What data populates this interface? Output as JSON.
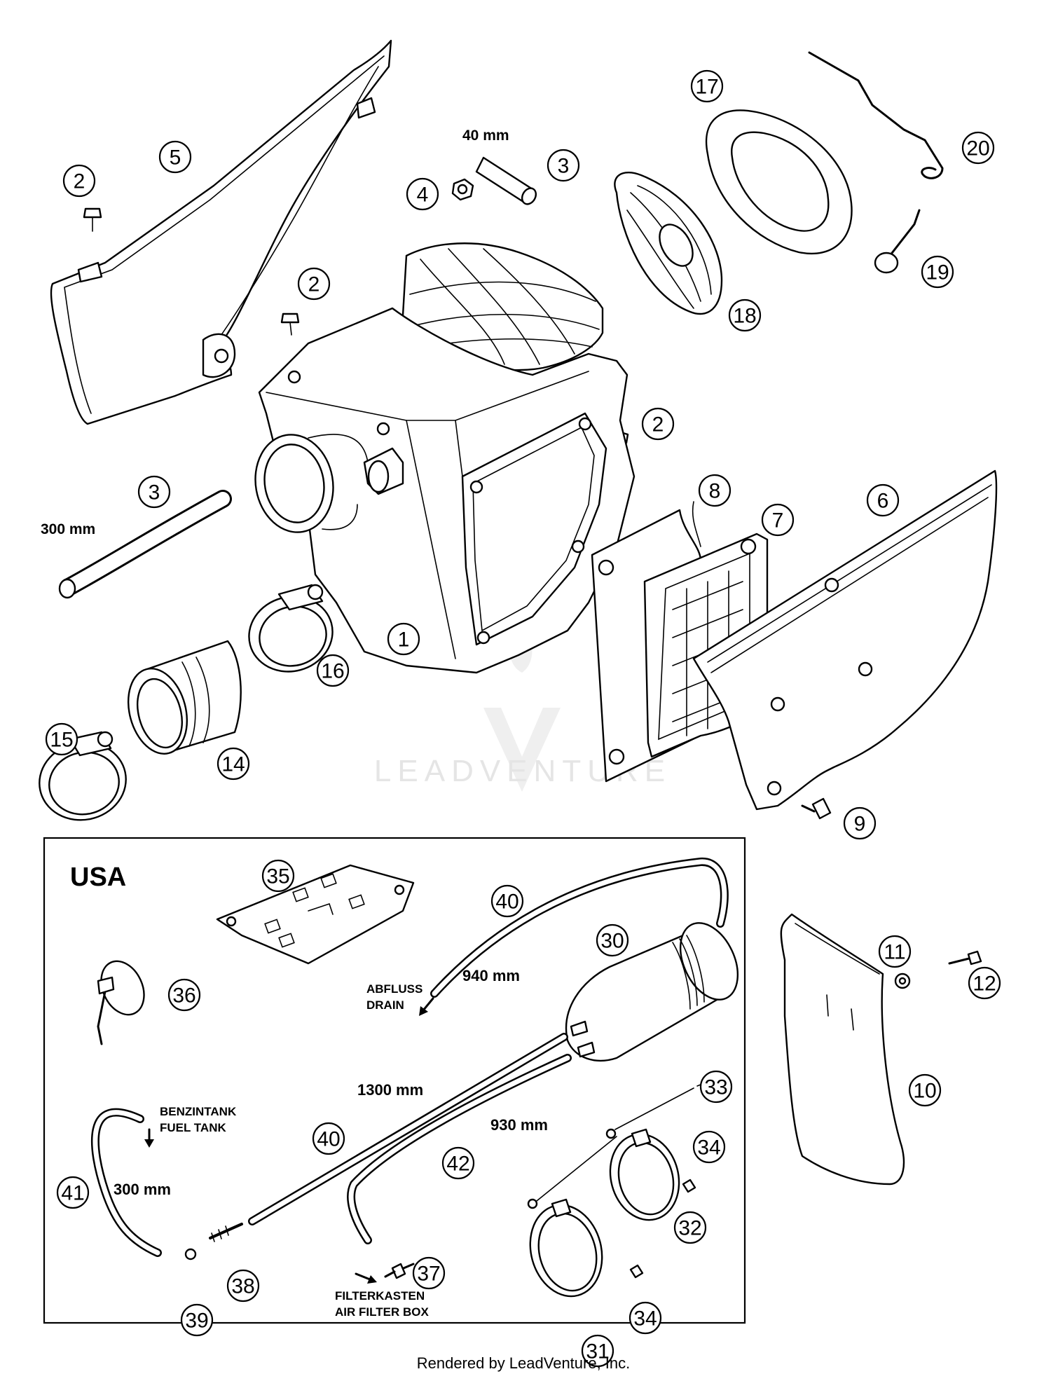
{
  "callouts": [
    {
      "n": "1"
    },
    {
      "n": "2"
    },
    {
      "n": "3"
    },
    {
      "n": "4"
    },
    {
      "n": "5"
    },
    {
      "n": "6"
    },
    {
      "n": "7"
    },
    {
      "n": "8"
    },
    {
      "n": "9"
    },
    {
      "n": "10"
    },
    {
      "n": "11"
    },
    {
      "n": "12"
    },
    {
      "n": "14"
    },
    {
      "n": "15"
    },
    {
      "n": "16"
    },
    {
      "n": "17"
    },
    {
      "n": "18"
    },
    {
      "n": "19"
    },
    {
      "n": "20"
    },
    {
      "n": "30"
    },
    {
      "n": "31"
    },
    {
      "n": "32"
    },
    {
      "n": "33"
    },
    {
      "n": "34"
    },
    {
      "n": "35"
    },
    {
      "n": "36"
    },
    {
      "n": "37"
    },
    {
      "n": "38"
    },
    {
      "n": "39"
    },
    {
      "n": "40"
    },
    {
      "n": "41"
    },
    {
      "n": "42"
    }
  ],
  "labels": {
    "len_40": "40 mm",
    "len_300_top": "300 mm",
    "len_940": "940 mm",
    "len_1300": "1300 mm",
    "len_930": "930 mm",
    "len_300_usa": "300 mm",
    "usa": "USA",
    "drain_de": "ABFLUSS",
    "drain_en": "DRAIN",
    "fuel_de": "BENZINTANK",
    "fuel_en": "FUEL TANK",
    "filterbox_de": "FILTERKASTEN",
    "filterbox_en": "AIR FILTER BOX"
  },
  "watermark": "LEADVENTURE",
  "footer": "Rendered by LeadVenture, Inc."
}
